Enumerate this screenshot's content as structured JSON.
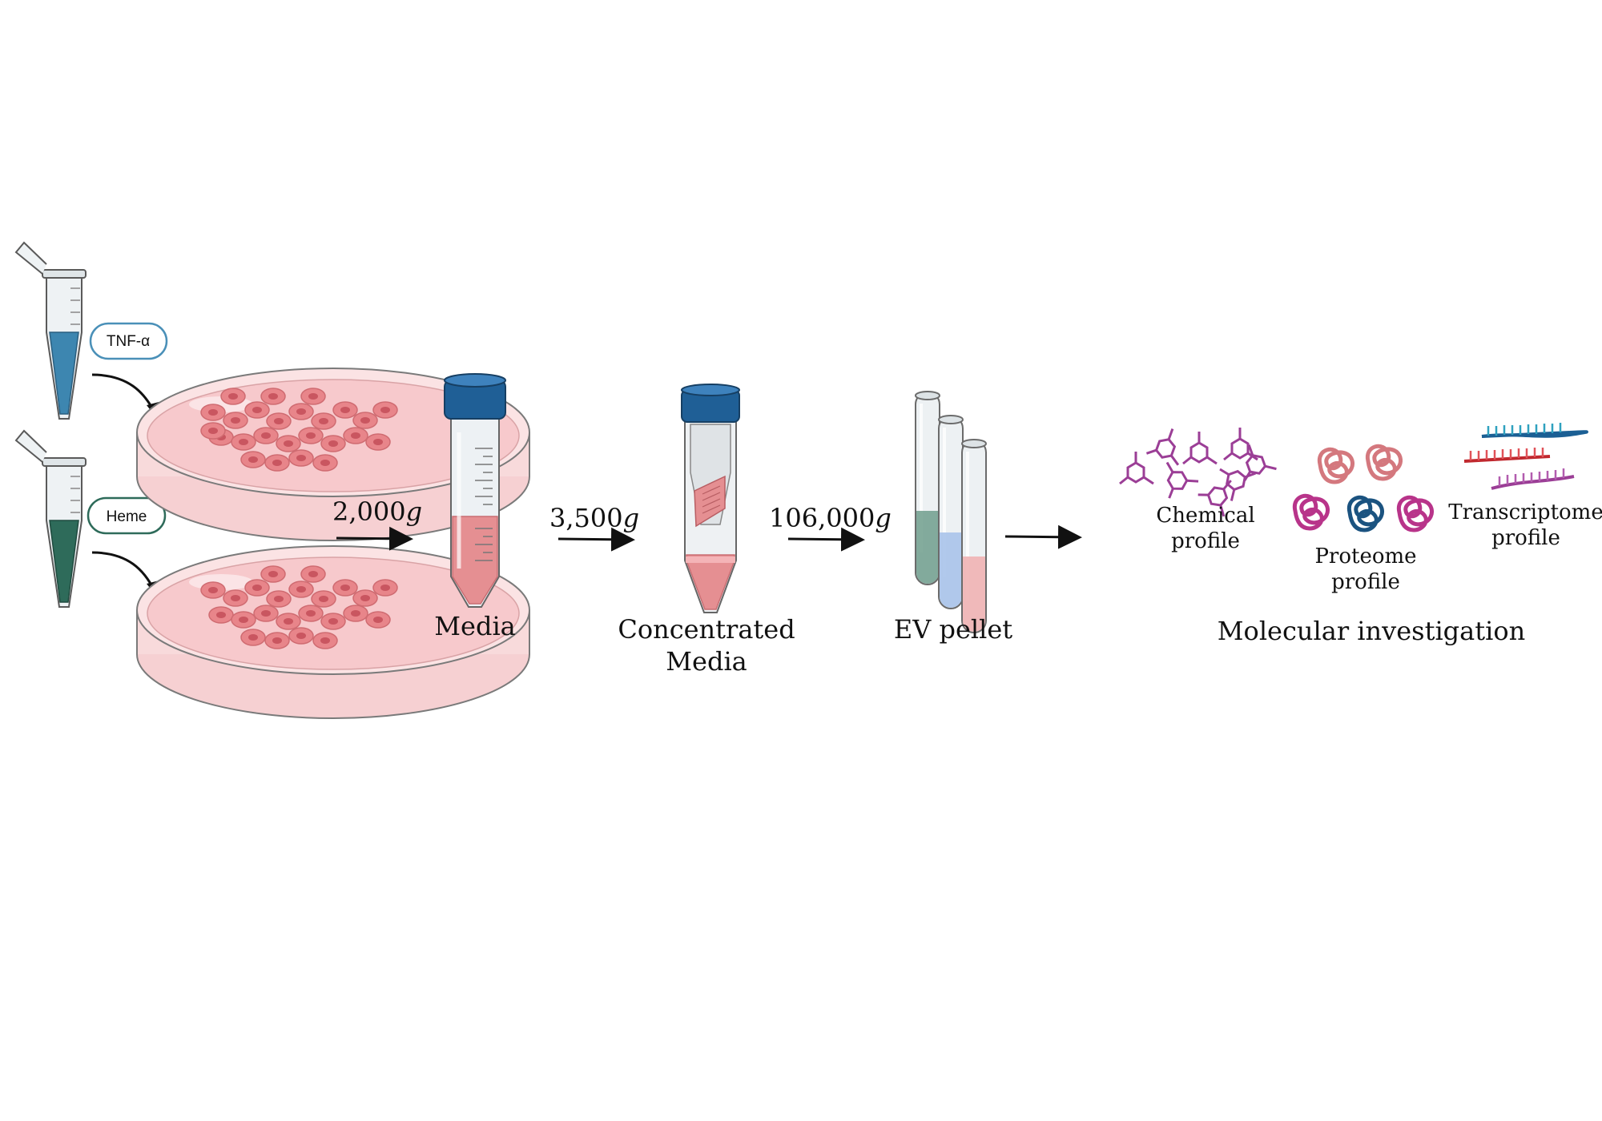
{
  "treatments": {
    "tnf_label": "TNF-α",
    "heme_label": "Heme"
  },
  "steps": {
    "spin1": {
      "value": "2,000",
      "unit": "g"
    },
    "spin2": {
      "value": "3,500",
      "unit": "g"
    },
    "spin3": {
      "value": "106,000",
      "unit": "g"
    }
  },
  "labels": {
    "media": "Media",
    "concentrated_line1": "Concentrated",
    "concentrated_line2": "Media",
    "ev_pellet": "EV pellet",
    "molecular_investigation": "Molecular investigation"
  },
  "profiles": {
    "chemical_line1": "Chemical",
    "chemical_line2": "profile",
    "proteome_line1": "Proteome",
    "proteome_line2": "profile",
    "transcriptome_line1": "Transcriptome",
    "transcriptome_line2": "profile"
  },
  "colors": {
    "tnf_tube": "#3d86b0",
    "heme_tube": "#2e6b5a",
    "media": "#e58f92",
    "cap": "#1f5f96",
    "molecule": "#9b3e96"
  }
}
